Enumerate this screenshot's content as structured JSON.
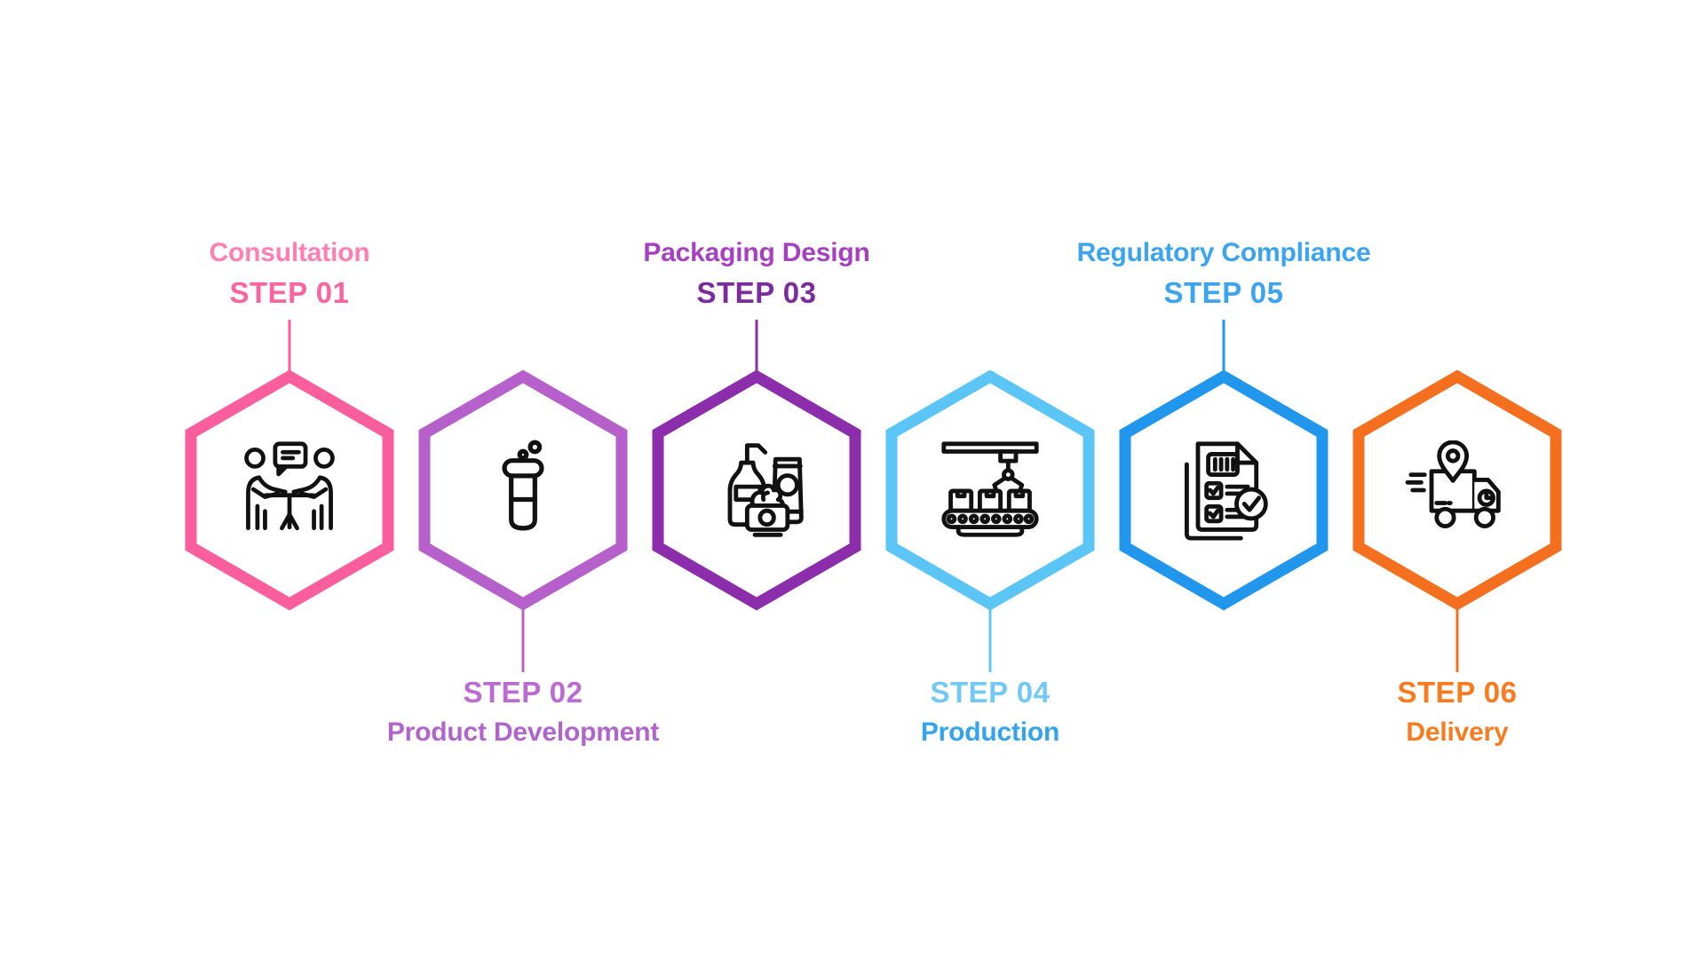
{
  "page": {
    "background_color": "#ffffff",
    "icon_stroke_color": "#111111"
  },
  "steps": [
    {
      "step_label": "STEP 01",
      "title": "Consultation",
      "label_position": "top",
      "icon": "consultation-icon",
      "colors": {
        "hex_border": "#FB5E9D",
        "step_text": "#FC639F",
        "title_text": "#FF7FB5"
      }
    },
    {
      "step_label": "STEP 02",
      "title": "Product Development",
      "label_position": "bottom",
      "icon": "test-tube-icon",
      "colors": {
        "hex_border": "#B660CB",
        "step_text": "#BB6BD2",
        "title_text": "#B164CB"
      }
    },
    {
      "step_label": "STEP 03",
      "title": "Packaging Design",
      "label_position": "top",
      "icon": "cosmetics-icon",
      "colors": {
        "hex_border": "#8C2EAC",
        "step_text": "#7C2B9E",
        "title_text": "#A63FC2"
      }
    },
    {
      "step_label": "STEP 04",
      "title": "Production",
      "label_position": "bottom",
      "icon": "conveyor-belt-icon",
      "colors": {
        "hex_border": "#5BC6F5",
        "step_text": "#70C9F6",
        "title_text": "#34A3EF"
      }
    },
    {
      "step_label": "STEP 05",
      "title": "Regulatory Compliance",
      "label_position": "top",
      "icon": "compliance-checklist-icon",
      "colors": {
        "hex_border": "#2196ED",
        "step_text": "#3AA4F0",
        "title_text": "#3AA4F0"
      }
    },
    {
      "step_label": "STEP 06",
      "title": "Delivery",
      "label_position": "bottom",
      "icon": "delivery-truck-icon",
      "colors": {
        "hex_border": "#F4701F",
        "step_text": "#F97B1E",
        "title_text": "#F97B1E"
      }
    }
  ]
}
